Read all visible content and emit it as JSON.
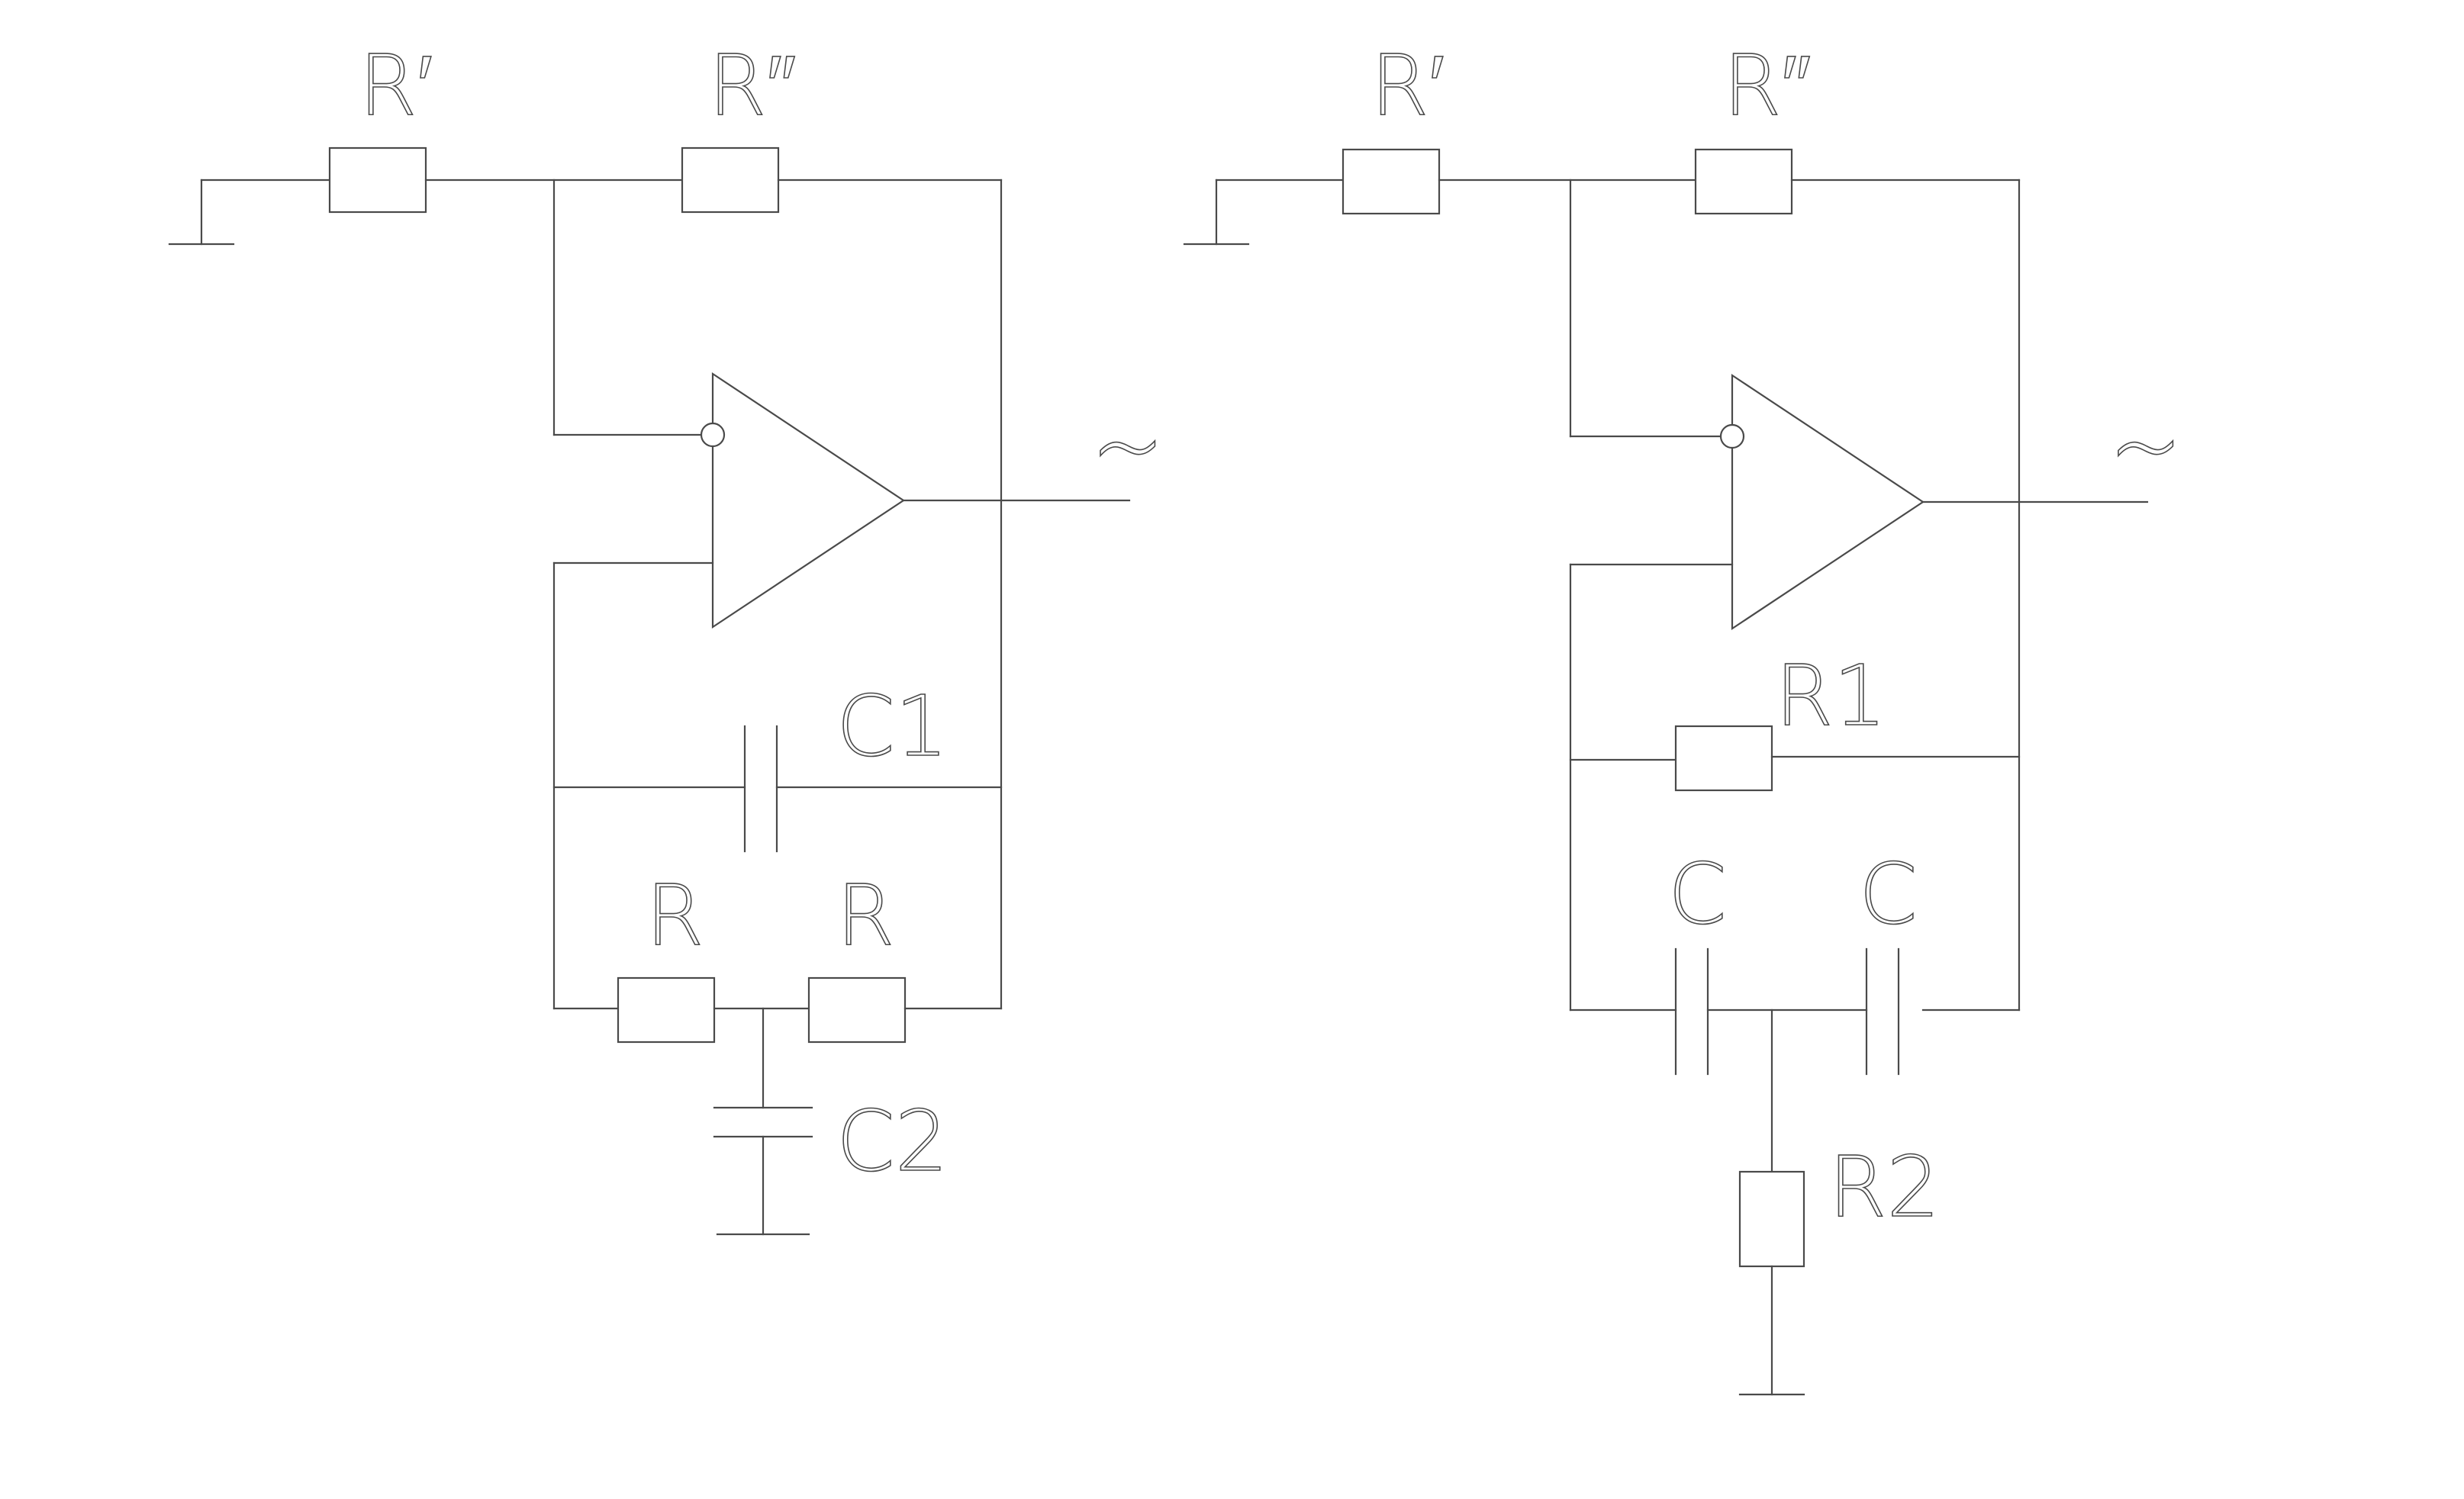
{
  "circuit_left": {
    "labels": {
      "r_prime": "R′",
      "r_double_prime": "R″",
      "c1": "C1",
      "r_a": "R",
      "r_b": "R",
      "c2": "C2",
      "output_symbol": "∼"
    }
  },
  "circuit_right": {
    "labels": {
      "r_prime": "R′",
      "r_double_prime": "R″",
      "r1": "R1",
      "c_a": "C",
      "c_b": "C",
      "r2": "R2",
      "output_symbol": "∼"
    }
  },
  "colors": {
    "line": "#4a4a4a",
    "background": "#ffffff"
  }
}
